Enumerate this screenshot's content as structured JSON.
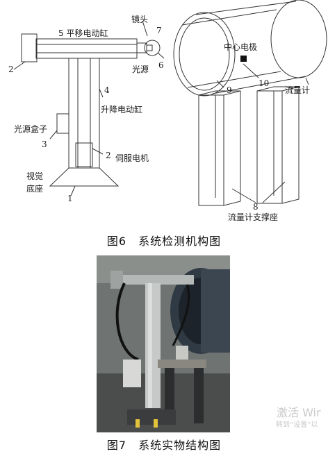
{
  "figure6": {
    "caption": "图6　系统检测机构图",
    "labels": {
      "n5_translate_cylinder": "5 平移电动缸",
      "lens": "镜头",
      "n7": "7",
      "n2_left": "2",
      "light": "光源",
      "n6": "6",
      "n4": "4",
      "lift_cylinder": "升降电动缸",
      "light_box": "光源盒子",
      "n3": "3",
      "n2_servo": "2",
      "servo_motor": "伺服电机",
      "visual": "视觉",
      "base": "底座",
      "n1": "1",
      "center_electrode": "中心电极",
      "n9": "9",
      "n10": "10",
      "flowmeter": "流量计",
      "n8": "8",
      "flowmeter_support": "流量计支撑座"
    }
  },
  "figure7": {
    "caption": "图7　系统实物结构图"
  },
  "watermark": {
    "line1": "激活 Wir",
    "line2": "转到“设置”以"
  }
}
